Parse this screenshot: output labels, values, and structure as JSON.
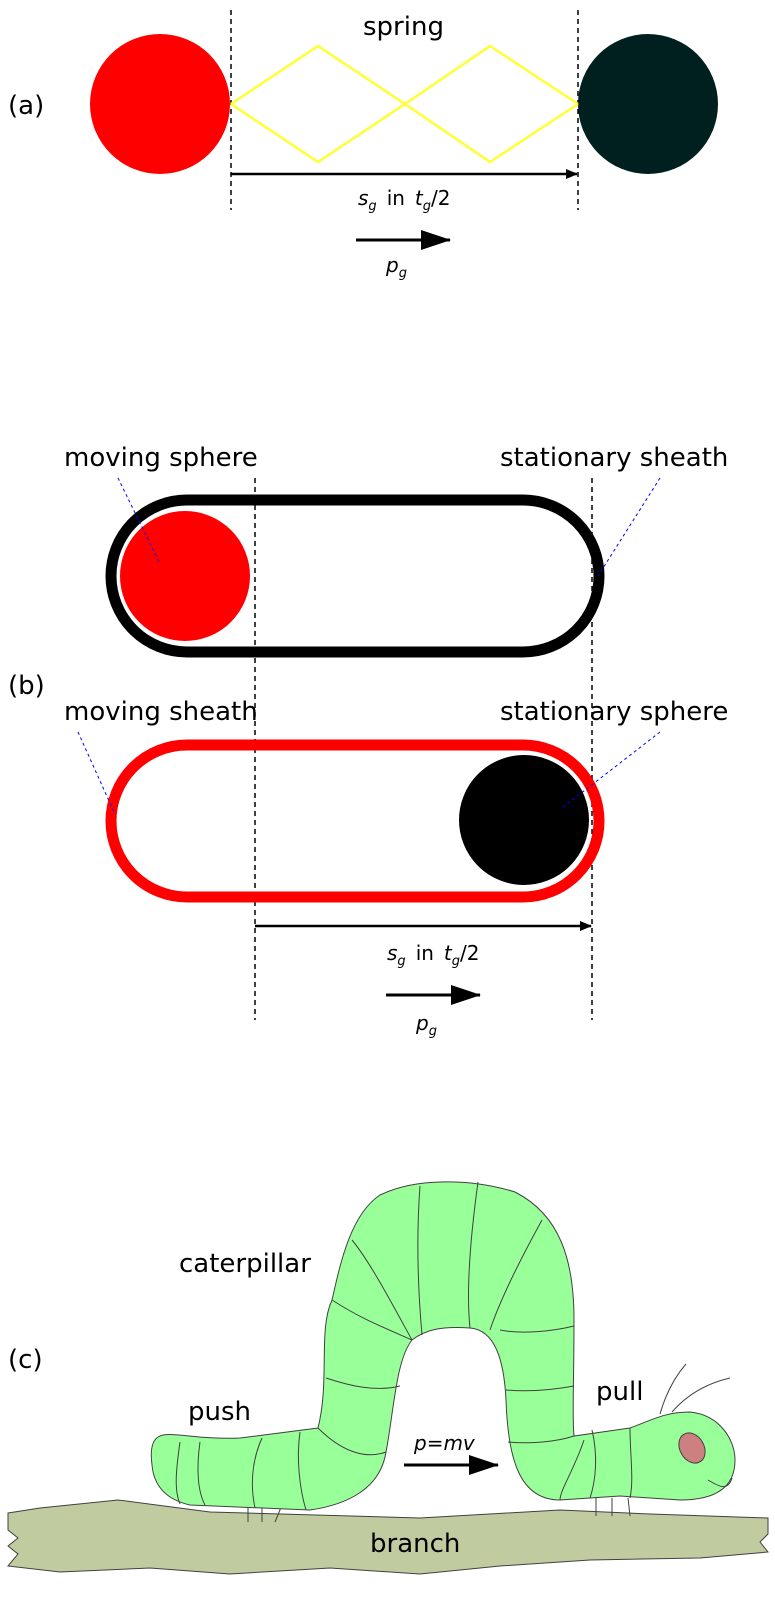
{
  "panels": {
    "a": {
      "marker": "(a)",
      "spring_label": "spring",
      "distance_s": "s",
      "distance_sub": "g",
      "distance_in": "in",
      "distance_t": "t",
      "distance_t_sub": "g",
      "distance_half": "/2",
      "momentum_p": "p",
      "momentum_sub": "g"
    },
    "b": {
      "marker": "(b)",
      "moving_sphere_label": "moving sphere",
      "stationary_sheath_label": "stationary sheath",
      "moving_sheath_label": "moving sheath",
      "stationary_sphere_label": "stationary sphere",
      "distance_s": "s",
      "distance_sub": "g",
      "distance_in": "in",
      "distance_t": "t",
      "distance_t_sub": "g",
      "distance_half": "/2",
      "momentum_p": "p",
      "momentum_sub": "g"
    },
    "c": {
      "marker": "(c)",
      "caterpillar_label": "caterpillar",
      "push_label": "push",
      "pull_label": "pull",
      "momentum_label": "p=mv",
      "branch_label": "branch"
    }
  },
  "colors": {
    "red_sphere": "#ff0000",
    "dark_sphere": "#002020",
    "spring": "#ffff33",
    "caterpillar_body": "#99ff99",
    "branch": "#c0cca0",
    "eye": "#cc8080",
    "leader_line": "#0000ff"
  }
}
